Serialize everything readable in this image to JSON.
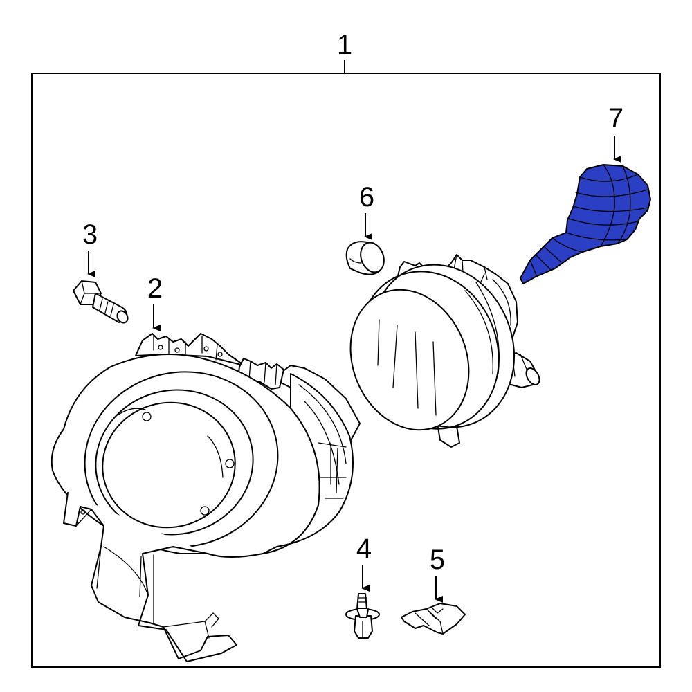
{
  "callouts": {
    "c1": "1",
    "c2": "2",
    "c3": "3",
    "c4": "4",
    "c5": "5",
    "c6": "6",
    "c7": "7"
  },
  "highlight_color": "#2b3fc4",
  "highlighted_part": "7"
}
